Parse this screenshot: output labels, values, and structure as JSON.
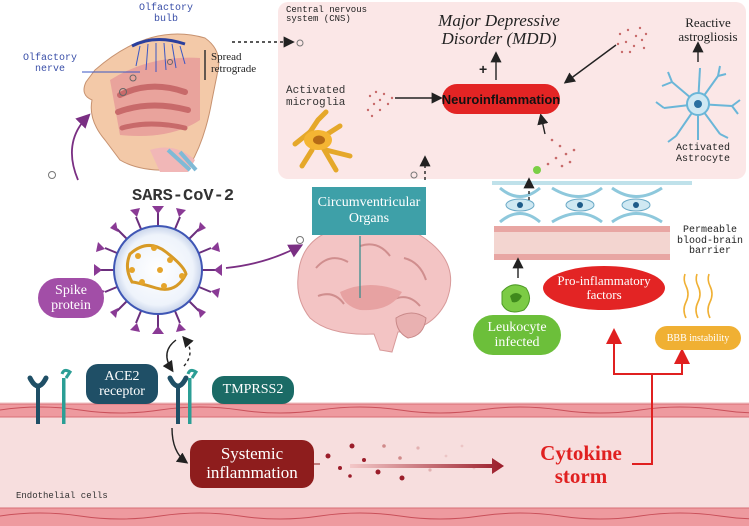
{
  "cns_box": {
    "title": "Central nervous system (CNS)",
    "mdd": "Major Depressive Disorder (MDD)",
    "plus_sign": "+",
    "neuroinflammation": "Neuroinflammation",
    "microglia": "Activated microglia",
    "astrogliosis": "Reactive astrogliosis",
    "astrocyte": "Activated Astrocyte"
  },
  "nasal": {
    "olfactory_bulb": "Olfactory bulb",
    "olfactory_nerve": "Olfactory nerve",
    "spread_retrograde": "Spread retrograde"
  },
  "virus": {
    "name": "SARS-CoV-2",
    "spike_protein": "Spike protein"
  },
  "brain": {
    "circumventricular_organs": "Circumventricular Organs"
  },
  "bbb": {
    "permeable_bbb": "Permeable blood-brain barrier",
    "leukocyte_infected": "Leukocyte infected",
    "pro_inflammatory": "Pro-inflammatory factors",
    "bbb_instability": "BBB instability"
  },
  "vessel": {
    "ace2": "ACE2 receptor",
    "tmprss2": "TMPRSS2",
    "systemic_inflammation": "Systemic inflammation",
    "cytokine_storm": "Cytokine storm",
    "endothelial_cells": "Endothelial cells"
  },
  "colors": {
    "cns_panel": "#fbe7e7",
    "neuro_red": "#e32424",
    "teal": "#3ea0a8",
    "spike_purple": "#a24ea7",
    "ace2_navy": "#1f4f66",
    "tmprss2_teal": "#1b6b66",
    "systemic_dark_red": "#8e1d1d",
    "leukocyte_green": "#6cbf3a",
    "bbb_orange": "#f0b033",
    "cytokine_red": "#e02020",
    "vessel_pink": "#f7dede"
  }
}
